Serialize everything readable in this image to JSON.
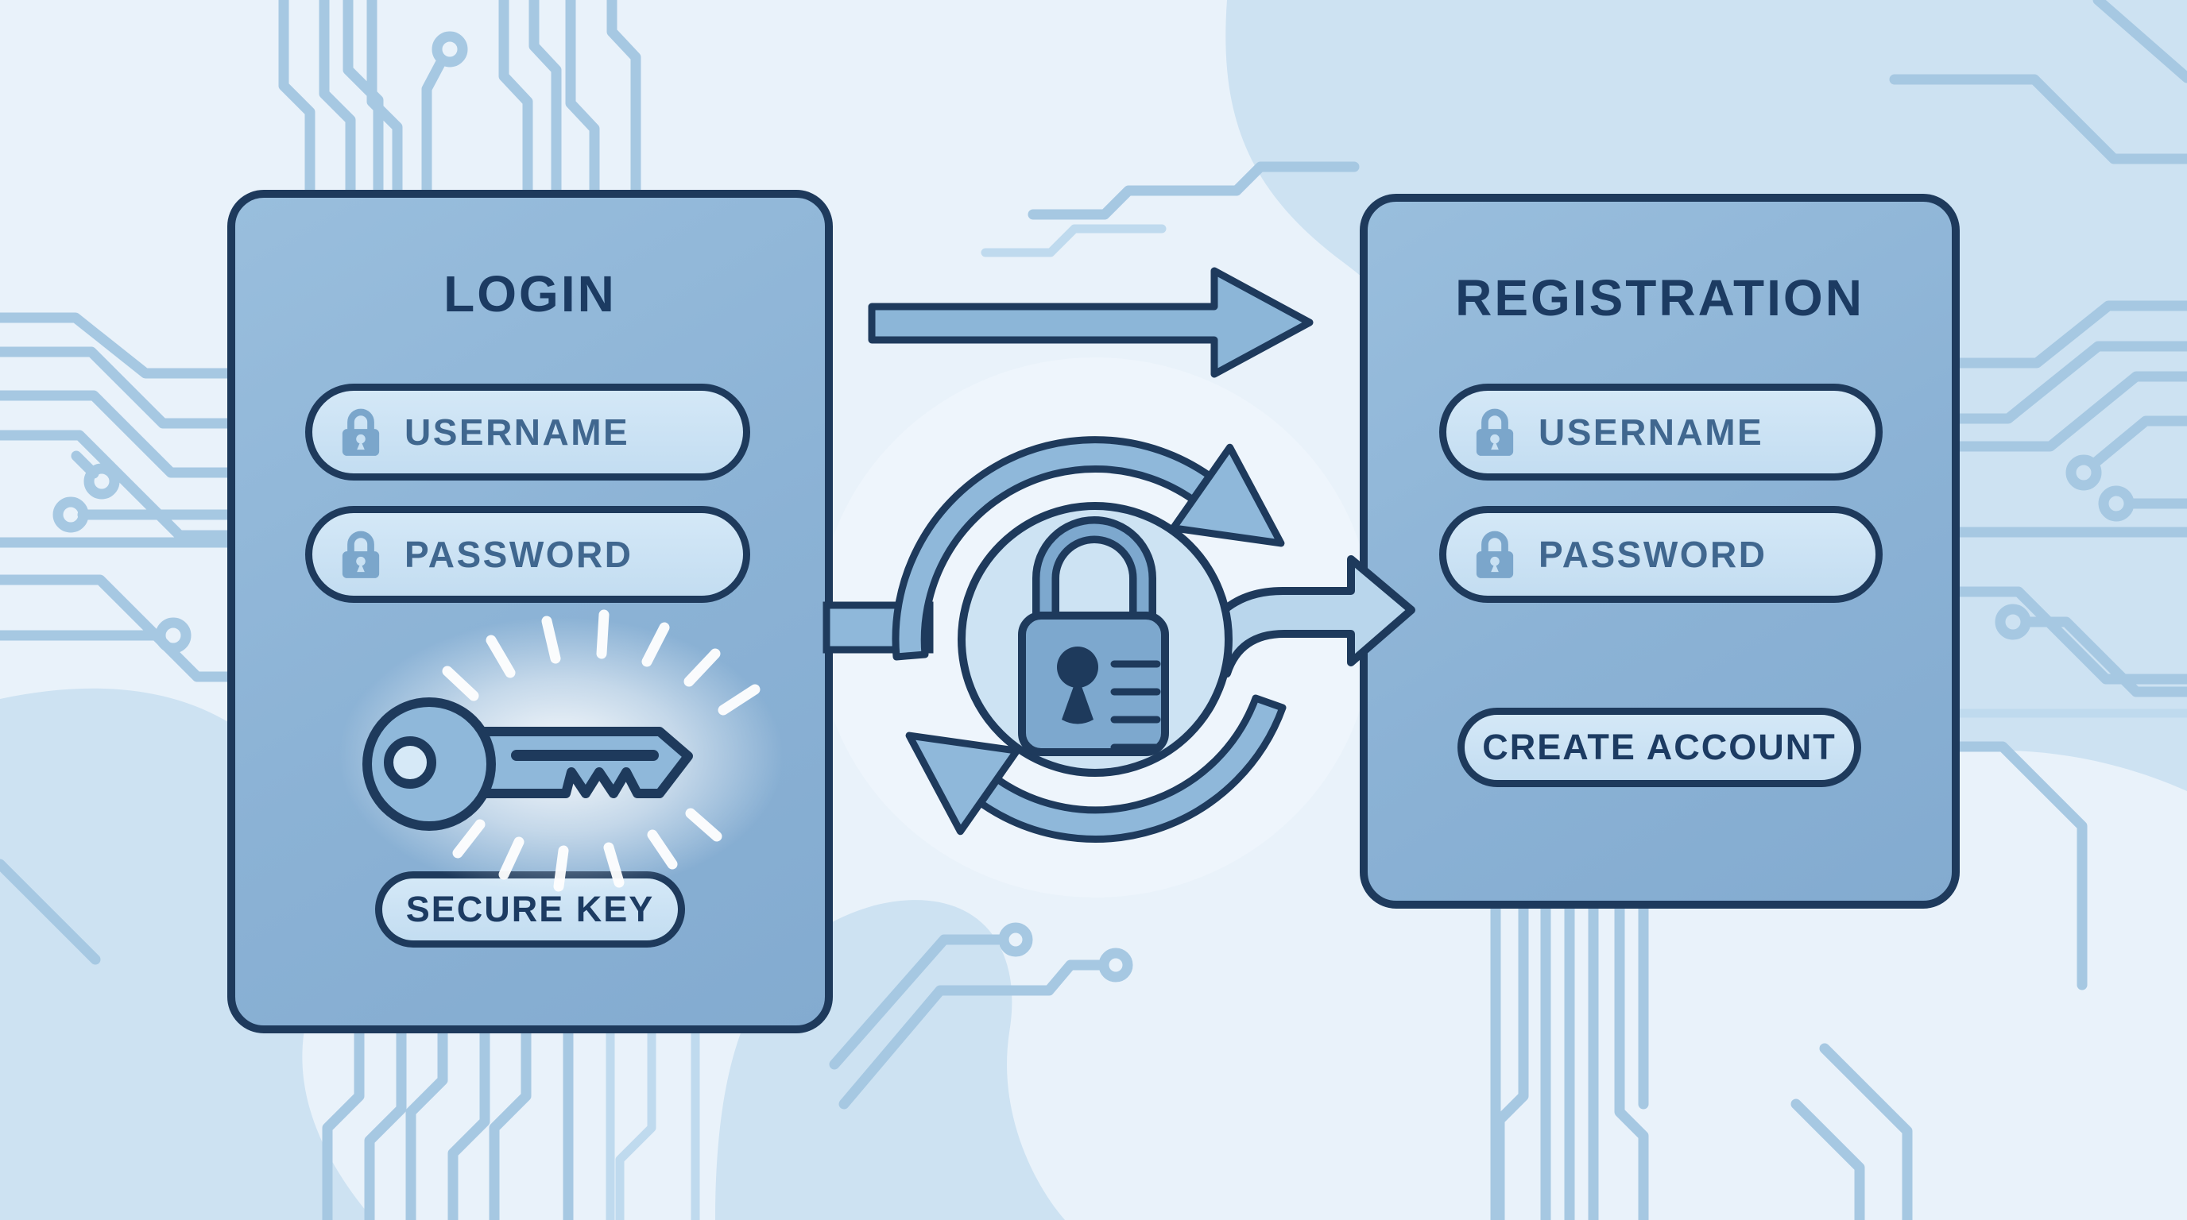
{
  "colors": {
    "background": "#e9f2fa",
    "background_blob": "#cde2f2",
    "circuit_trace": "#a6c8e2",
    "circuit_trace_light": "#bfdaee",
    "panel_fill": "#8bb2d5",
    "panel_border": "#1e3a5c",
    "pill_fill": "#c9e1f3",
    "title_text": "#1c3b62",
    "field_text": "#40678f",
    "icon_blue": "#7ba6cb",
    "artwork_blue": "#8fb8da",
    "artwork_light": "#cde3f3",
    "glow": "#ffffff"
  },
  "login_panel": {
    "title": "LOGIN",
    "fields": [
      {
        "label": "USERNAME",
        "icon": "lock-icon"
      },
      {
        "label": "PASSWORD",
        "icon": "lock-icon"
      }
    ],
    "decoration": "glowing-key-icon",
    "button": {
      "label": "SECURE KEY"
    }
  },
  "registration_panel": {
    "title": "REGISTRATION",
    "fields": [
      {
        "label": "USERNAME",
        "icon": "lock-icon"
      },
      {
        "label": "PASSWORD",
        "icon": "lock-icon"
      }
    ],
    "button": {
      "label": "CREATE ACCOUNT"
    }
  },
  "flow": {
    "top_arrow": "arrow-right-icon",
    "center": "sync-arrows-icon",
    "center_lock": "padlock-icon",
    "connector": "arrow-right-icon"
  }
}
